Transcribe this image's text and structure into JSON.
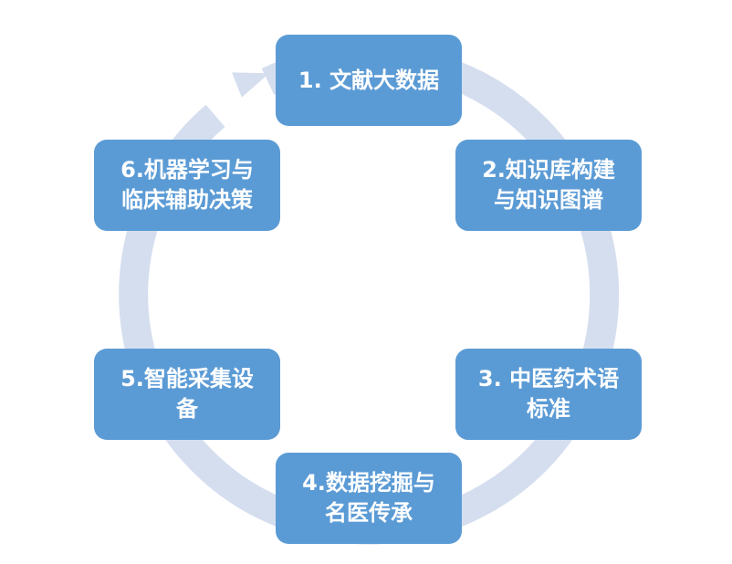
{
  "diagram": {
    "colors": {
      "node_fill": "#5b9bd5",
      "node_text": "#ffffff",
      "ring": "#d5deef",
      "background": "#ffffff"
    },
    "nodes": [
      {
        "id": 1,
        "label": "1. 文献大数据"
      },
      {
        "id": 2,
        "label": "2.知识库构建\n与知识图谱"
      },
      {
        "id": 3,
        "label": "3. 中医药术语\n标准"
      },
      {
        "id": 4,
        "label": "4.数据挖掘与\n名医传承"
      },
      {
        "id": 5,
        "label": "5.智能采集设\n备"
      },
      {
        "id": 6,
        "label": "6.机器学习与\n临床辅助决策"
      }
    ],
    "flow": "clockwise cycle 1 → 2 → 3 → 4 → 5 → 6 → 1"
  }
}
